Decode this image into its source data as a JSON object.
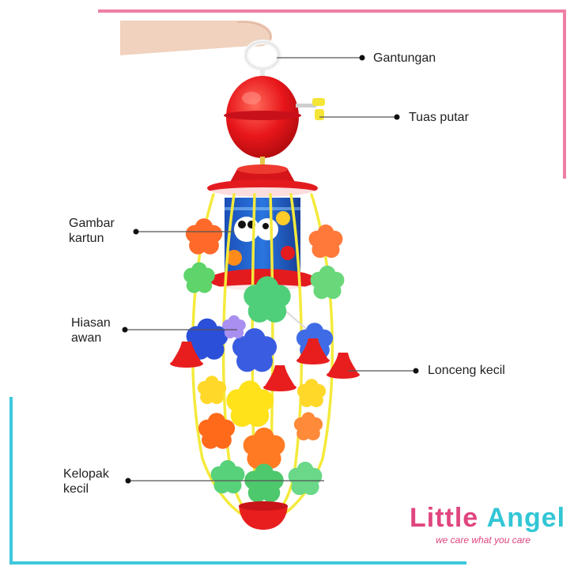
{
  "colors": {
    "frame_pink": "#ee7fa4",
    "frame_teal": "#3ec8dc",
    "toy_red": "#ea1c1c",
    "toy_yellow": "#f4ea3c",
    "logo_pink": "#e0457f",
    "logo_teal": "#32c6d6"
  },
  "labels": {
    "gantungan": "Gantungan",
    "tuas_putar": "Tuas putar",
    "gambar_kartun": [
      "Gambar",
      "kartun"
    ],
    "hiasan_awan": [
      "Hiasan",
      "awan"
    ],
    "lonceng_kecil": "Lonceng kecil",
    "kelopak_kecil": [
      "Kelopak",
      "kecil"
    ]
  },
  "logo": {
    "word1": "Little",
    "word2": "Angel",
    "tagline": "we care what you care"
  }
}
